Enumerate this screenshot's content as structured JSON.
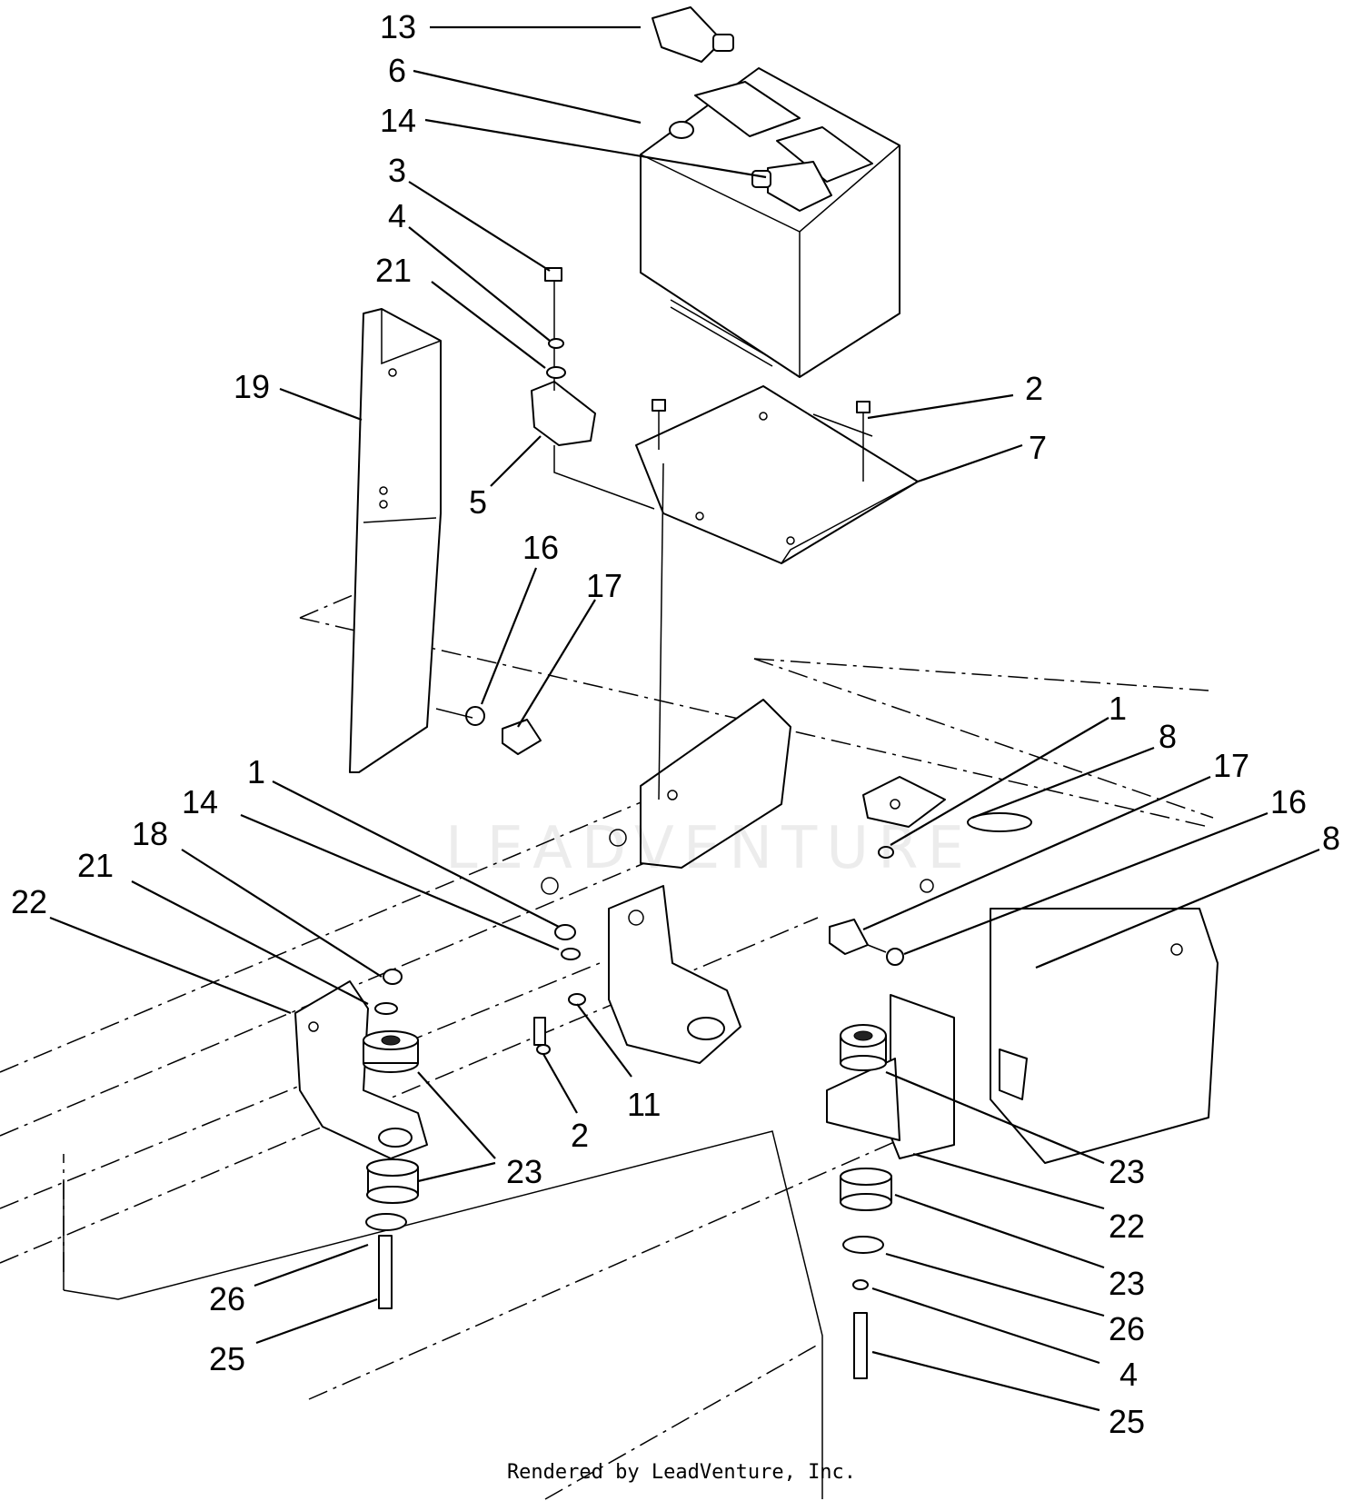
{
  "diagram": {
    "callouts": [
      {
        "id": "c13a",
        "label": "13"
      },
      {
        "id": "c6a",
        "label": "6"
      },
      {
        "id": "c14a",
        "label": "14"
      },
      {
        "id": "c3a",
        "label": "3"
      },
      {
        "id": "c4a",
        "label": "4"
      },
      {
        "id": "c21a",
        "label": "21"
      },
      {
        "id": "c19a",
        "label": "19"
      },
      {
        "id": "c5a",
        "label": "5"
      },
      {
        "id": "c2a",
        "label": "2"
      },
      {
        "id": "c7a",
        "label": "7"
      },
      {
        "id": "c16a",
        "label": "16"
      },
      {
        "id": "c17a",
        "label": "17"
      },
      {
        "id": "c1a",
        "label": "1"
      },
      {
        "id": "c8a",
        "label": "8"
      },
      {
        "id": "c17b",
        "label": "17"
      },
      {
        "id": "c16b",
        "label": "16"
      },
      {
        "id": "c8b",
        "label": "8"
      },
      {
        "id": "c1b",
        "label": "1"
      },
      {
        "id": "c14b",
        "label": "14"
      },
      {
        "id": "c18a",
        "label": "18"
      },
      {
        "id": "c21b",
        "label": "21"
      },
      {
        "id": "c22a",
        "label": "22"
      },
      {
        "id": "c11a",
        "label": "11"
      },
      {
        "id": "c2b",
        "label": "2"
      },
      {
        "id": "c23a",
        "label": "23"
      },
      {
        "id": "c26a",
        "label": "26"
      },
      {
        "id": "c25a",
        "label": "25"
      },
      {
        "id": "c23b",
        "label": "23"
      },
      {
        "id": "c22b",
        "label": "22"
      },
      {
        "id": "c23c",
        "label": "23"
      },
      {
        "id": "c26b",
        "label": "26"
      },
      {
        "id": "c4b",
        "label": "4"
      },
      {
        "id": "c25b",
        "label": "25"
      }
    ],
    "watermark": "LEADVENTURE",
    "credit": "Rendered by LeadVenture, Inc."
  }
}
